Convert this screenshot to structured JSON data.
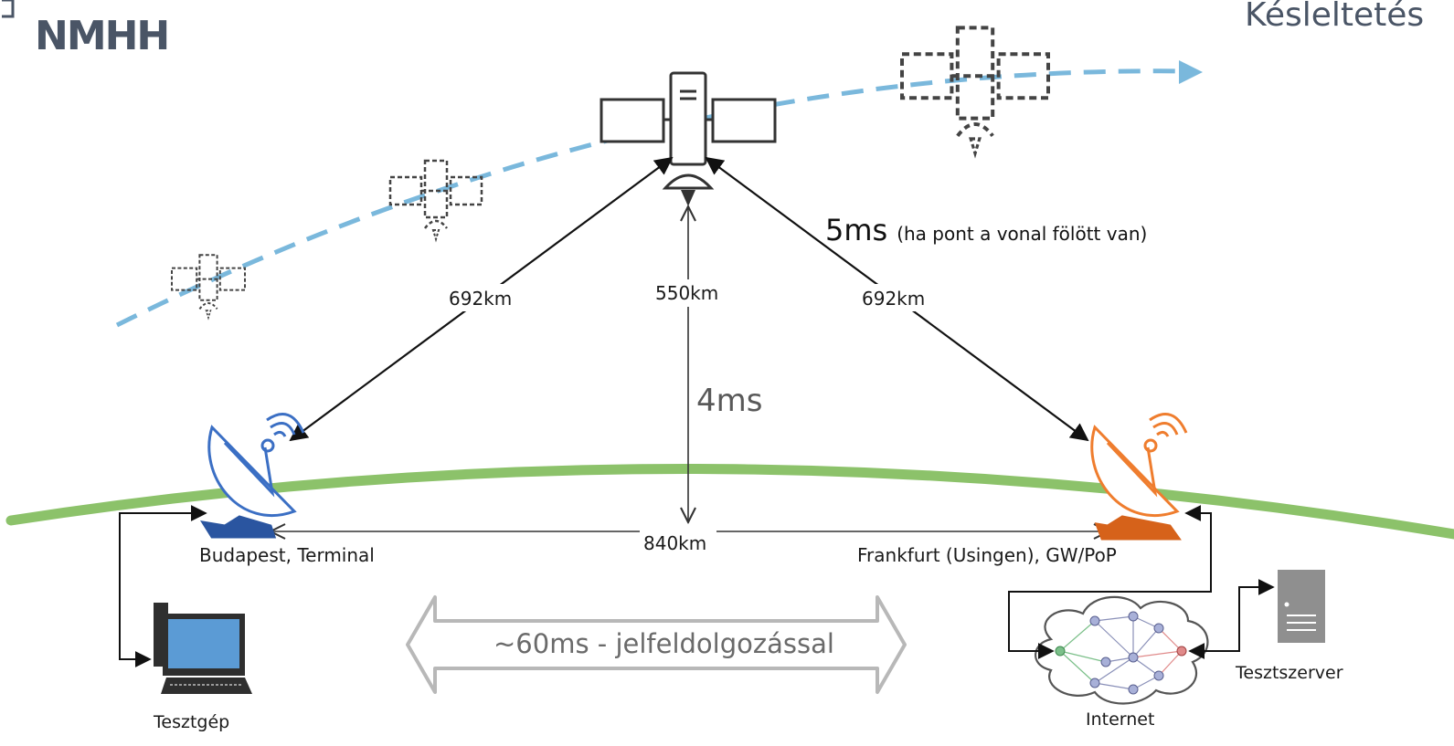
{
  "header": {
    "logo_text": "NMHH",
    "title": "Késleltetés"
  },
  "labels": {
    "dist_left": "692km",
    "dist_center": "550km",
    "dist_right": "692km",
    "dist_ground": "840km",
    "delay_up": "4ms",
    "delay_slant": "5ms",
    "delay_slant_note": "(ha pont a vonal fölött van)",
    "delay_total": "~60ms - jelfeldolgozással"
  },
  "nodes": {
    "terminal": "Budapest, Terminal",
    "gateway": "Frankfurt (Usingen), GW/PoP",
    "test_pc": "Tesztgép",
    "internet": "Internet",
    "test_server": "Tesztszerver"
  },
  "colors": {
    "orbit": "#7ab8dc",
    "earth": "#8cc26a",
    "terminal_dish": "#3b6fc4",
    "gateway_dish": "#ef7d2e",
    "delay_arrow": "#b8b8b8",
    "screen": "#5b9bd5"
  }
}
